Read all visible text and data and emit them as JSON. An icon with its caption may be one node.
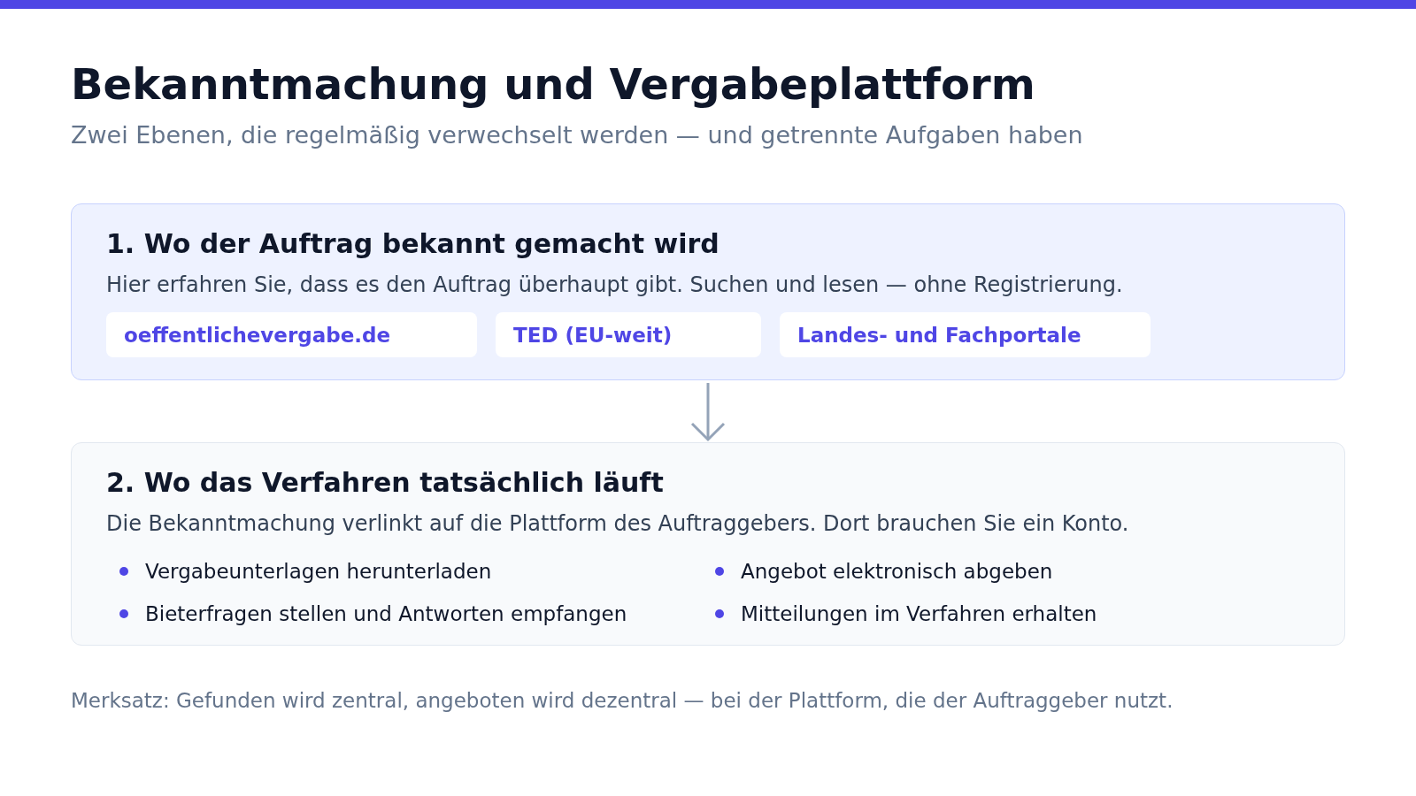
{
  "diagram": {
    "title": "Bekanntmachung und Vergabeplattform",
    "caption": "Merksatz: Gefunden wird zentral, angeboten wird dezentral — bei der Plattform, die der Auftraggeber nutzt.",
    "nodes": [
      {
        "text": [
          "1. Wo der Auftrag bekannt gemacht wird",
          "Hier erfahren Sie, dass es den Auftrag überhaupt gibt. Suchen und lesen — ohne Registrierung."
        ]
      },
      {
        "text": [
          "oeffentlichevergabe.de"
        ],
        "in": 0
      },
      {
        "text": [
          "TED (EU-weit)"
        ],
        "in": 0
      },
      {
        "text": [
          "Landes- und Fachportale"
        ],
        "in": 0
      },
      {
        "text": [
          "2. Wo das Verfahren tatsächlich läuft",
          "Die Bekanntmachung verlinkt auf die Plattform des Auftraggebers. Dort brauchen Sie ein Konto.",
          "Vergabeunterlagen herunterladen",
          "Angebot elektronisch abgeben",
          "Bieterfragen stellen und Antworten empfangen",
          "Mitteilungen im Verfahren erhalten"
        ]
      }
    ],
    "edges": [
      {
        "from": 0,
        "to": 4,
        "arrow": "to"
      }
    ],
    "labels": [
      "Zwei Ebenen, die regelmäßig verwechselt werden — und getrennte Aufgaben haben"
    ]
  }
}
